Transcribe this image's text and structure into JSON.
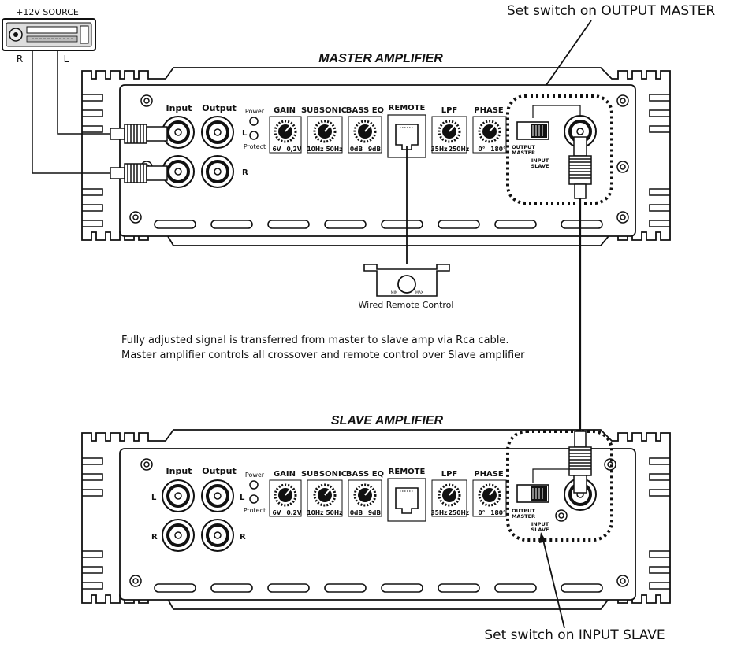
{
  "source": {
    "label": "+12V SOURCE",
    "left_channel": "L",
    "right_channel": "R"
  },
  "callouts": {
    "master_switch": "Set switch on OUTPUT MASTER",
    "slave_switch": "Set switch on INPUT SLAVE"
  },
  "master": {
    "title": "MASTER AMPLIFIER",
    "input": "Input",
    "output": "Output",
    "power": "Power",
    "protect": "Protect",
    "ch_l": "L",
    "ch_r": "R",
    "gain": {
      "label": "GAIN",
      "min": "6V",
      "max": "0,2V"
    },
    "subsonic": {
      "label": "SUBSONIC",
      "min": "10Hz",
      "max": "50Hz"
    },
    "bass_eq": {
      "label": "BASS EQ",
      "min": "0dB",
      "max": "9dB"
    },
    "remote": "REMOTE",
    "lpf": {
      "label": "LPF",
      "min": "35Hz",
      "max": "250Hz"
    },
    "phase": {
      "label": "PHASE",
      "min": "0°",
      "max": "180°"
    },
    "switch_top": [
      "OUTPUT",
      "MASTER"
    ],
    "switch_bottom": [
      "INPUT",
      "SLAVE"
    ]
  },
  "remote_control": {
    "label": "Wired Remote Control",
    "min": "MIN",
    "max": "MAX"
  },
  "description": [
    "Fully adjusted signal is transferred from master to slave amp via Rca cable.",
    "Master amplifier controls all crossover and remote control over Slave amplifier"
  ],
  "slave": {
    "title": "SLAVE AMPLIFIER",
    "input": "Input",
    "output": "Output",
    "power": "Power",
    "protect": "Protect",
    "ch_l": "L",
    "ch_r": "R",
    "gain": {
      "label": "GAIN",
      "min": "6V",
      "max": "0.2V"
    },
    "subsonic": {
      "label": "SUBSONIC",
      "min": "10Hz",
      "max": "50Hz"
    },
    "bass_eq": {
      "label": "BASS EQ",
      "min": "0dB",
      "max": "9dB"
    },
    "remote": "REMOTE",
    "lpf": {
      "label": "LPF",
      "min": "35Hz",
      "max": "250Hz"
    },
    "phase": {
      "label": "PHASE",
      "min": "0°",
      "max": "180°"
    },
    "switch_top": [
      "OUTPUT",
      "MASTER"
    ],
    "switch_bottom": [
      "INPUT",
      "SLAVE"
    ]
  }
}
